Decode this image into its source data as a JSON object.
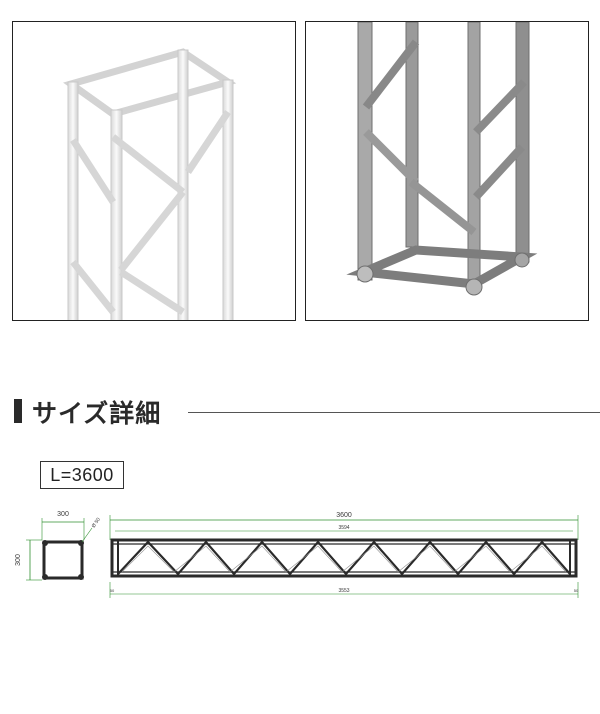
{
  "section": {
    "title": "サイズ詳細"
  },
  "length_label": "L=3600",
  "drawing": {
    "section_width": "300",
    "section_height": "300",
    "section_corner": "Ø 50",
    "total_length": "3600",
    "inner_top_length": "3594",
    "inner_bottom_length": "3553",
    "end_left": "50",
    "end_right": "50"
  },
  "colors": {
    "dimension_line": "#2f8f2f",
    "frame": "#2a2a2a",
    "rule": "#555555"
  }
}
